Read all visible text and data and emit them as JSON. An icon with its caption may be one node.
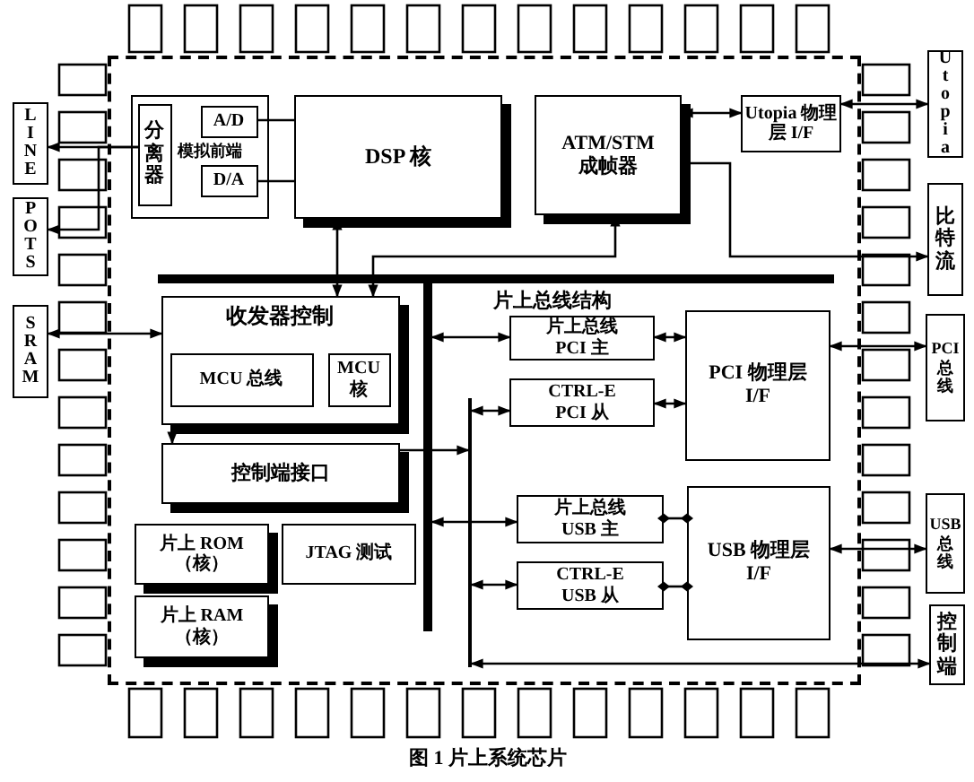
{
  "diagram": {
    "caption": "图 1 片上系统芯片",
    "nodes": [
      {
        "text": [],
        "shape": "box"
      },
      {
        "text": [
          "LINE"
        ]
      },
      {
        "text": [
          "POTS"
        ]
      },
      {
        "text": [
          "SRAM"
        ]
      },
      {
        "text": [
          "Utopia"
        ]
      },
      {
        "text": [
          "比特流"
        ]
      },
      {
        "text": [
          "PCI总线"
        ]
      },
      {
        "text": [
          "USB总线"
        ]
      },
      {
        "text": [
          "控制端"
        ]
      },
      {
        "text": [
          "模拟前端"
        ],
        "in": 0
      },
      {
        "text": [
          "分离器"
        ],
        "in": 9
      },
      {
        "text": [
          "A/D"
        ],
        "in": 9
      },
      {
        "text": [
          "D/A"
        ],
        "in": 9
      },
      {
        "text": [
          "DSP 核"
        ],
        "in": 0
      },
      {
        "text": [
          "ATM/STM 成帧器"
        ],
        "in": 0
      },
      {
        "text": [
          "Utopia 物理层 I/F"
        ],
        "in": 0
      },
      {
        "text": [],
        "shape": "bar",
        "in": 0
      },
      {
        "text": [],
        "shape": "bar",
        "in": 0
      },
      {
        "text": [],
        "shape": "bar",
        "in": 0
      },
      {
        "text": [
          "收发器控制"
        ],
        "in": 0
      },
      {
        "text": [
          "MCU 总线"
        ],
        "in": 19
      },
      {
        "text": [
          "MCU核"
        ],
        "in": 19
      },
      {
        "text": [
          "控制端接口"
        ],
        "in": 0
      },
      {
        "text": [
          "片上 ROM （核）"
        ],
        "in": 0
      },
      {
        "text": [
          "JTAG 测试"
        ],
        "in": 0
      },
      {
        "text": [
          "片上 RAM （核）"
        ],
        "in": 0
      },
      {
        "text": [
          "片上总线 PCI 主"
        ],
        "in": 0
      },
      {
        "text": [
          "CTRL-E PCI 从"
        ],
        "in": 0
      },
      {
        "text": [
          "PCI 物理层 I/F"
        ],
        "in": 0
      },
      {
        "text": [
          "片上总线 USB 主"
        ],
        "in": 0
      },
      {
        "text": [
          "CTRL-E USB 从"
        ],
        "in": 0
      },
      {
        "text": [
          "USB 物理层 I/F"
        ],
        "in": 0
      }
    ],
    "edges": [
      {
        "from": 10,
        "to": 1,
        "arrow": "to"
      },
      {
        "from": 10,
        "to": 2,
        "arrow": "to"
      },
      {
        "from": 11,
        "to": 13,
        "arrow": "none"
      },
      {
        "from": 12,
        "to": 13,
        "arrow": "none"
      },
      {
        "from": 13,
        "to": 19,
        "arrow": "both"
      },
      {
        "from": 14,
        "to": 19,
        "arrow": "both"
      },
      {
        "from": 14,
        "to": 15,
        "arrow": "both"
      },
      {
        "from": 14,
        "to": 5,
        "arrow": "to"
      },
      {
        "from": 15,
        "to": 4,
        "arrow": "both"
      },
      {
        "from": 3,
        "to": 19,
        "arrow": "both"
      },
      {
        "from": 19,
        "to": 22,
        "arrow": "to"
      },
      {
        "from": 17,
        "to": 26,
        "arrow": "both"
      },
      {
        "from": 18,
        "to": 27,
        "arrow": "both"
      },
      {
        "from": 22,
        "to": 18,
        "arrow": "to"
      },
      {
        "from": 17,
        "to": 29,
        "arrow": "both"
      },
      {
        "from": 18,
        "to": 30,
        "arrow": "both"
      },
      {
        "from": 18,
        "to": 8,
        "arrow": "both"
      },
      {
        "from": 26,
        "to": 28,
        "arrow": "both"
      },
      {
        "from": 27,
        "to": 28,
        "arrow": "both"
      },
      {
        "from": 29,
        "to": 31,
        "arrow": "other"
      },
      {
        "from": 30,
        "to": 31,
        "arrow": "other"
      },
      {
        "from": 28,
        "to": 6,
        "arrow": "both"
      },
      {
        "from": 31,
        "to": 7,
        "arrow": "both"
      }
    ],
    "labels": [
      "片上总线结构"
    ]
  }
}
